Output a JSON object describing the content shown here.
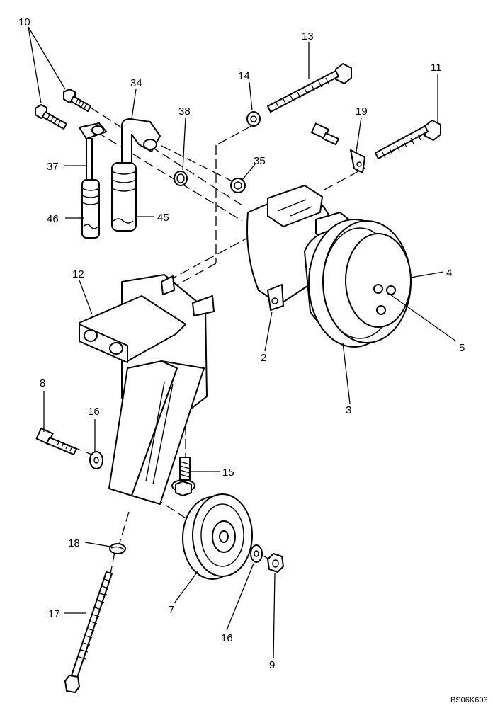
{
  "callouts": {
    "c10": "10",
    "c34": "34",
    "c14": "14",
    "c13": "13",
    "c11": "11",
    "c38": "38",
    "c19": "19",
    "c35": "35",
    "c37": "37",
    "c46": "46",
    "c45": "45",
    "c12": "12",
    "c4": "4",
    "c5": "5",
    "c2": "2",
    "c3": "3",
    "c8": "8",
    "c16a": "16",
    "c15": "15",
    "c18": "18",
    "c7": "7",
    "c16b": "16",
    "c17": "17",
    "c9": "9"
  },
  "reference_code": "BS06K603"
}
